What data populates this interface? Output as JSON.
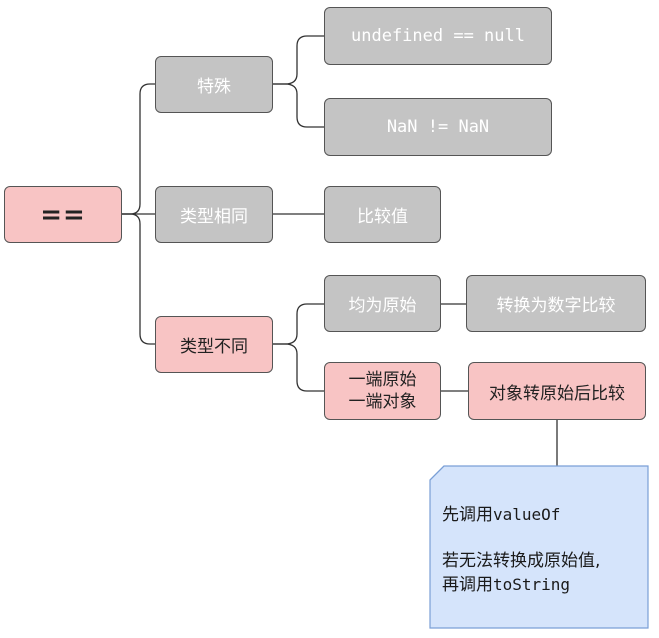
{
  "root": {
    "label": "=="
  },
  "branches": {
    "special": {
      "label": "特殊",
      "items": [
        "undefined == null",
        "NaN != NaN"
      ]
    },
    "same_type": {
      "label": "类型相同",
      "result": "比较值"
    },
    "diff_type": {
      "label": "类型不同",
      "primitive_both": {
        "label": "均为原始",
        "result": "转换为数字比较"
      },
      "mixed": {
        "label_line1": "一端原始",
        "label_line2": "一端对象",
        "result": "对象转原始后比较"
      }
    }
  },
  "note": {
    "line1_prefix": "先调用",
    "line1_code": "valueOf",
    "line2": "若无法转换成原始值,",
    "line3_prefix": "再调用",
    "line3_code": "toString"
  },
  "colors": {
    "gray_node": "#c4c4c4",
    "pink_node": "#f8c4c4",
    "note_fill": "#d5e4fb",
    "note_border": "#7a9fd6",
    "connector": "#333333"
  }
}
